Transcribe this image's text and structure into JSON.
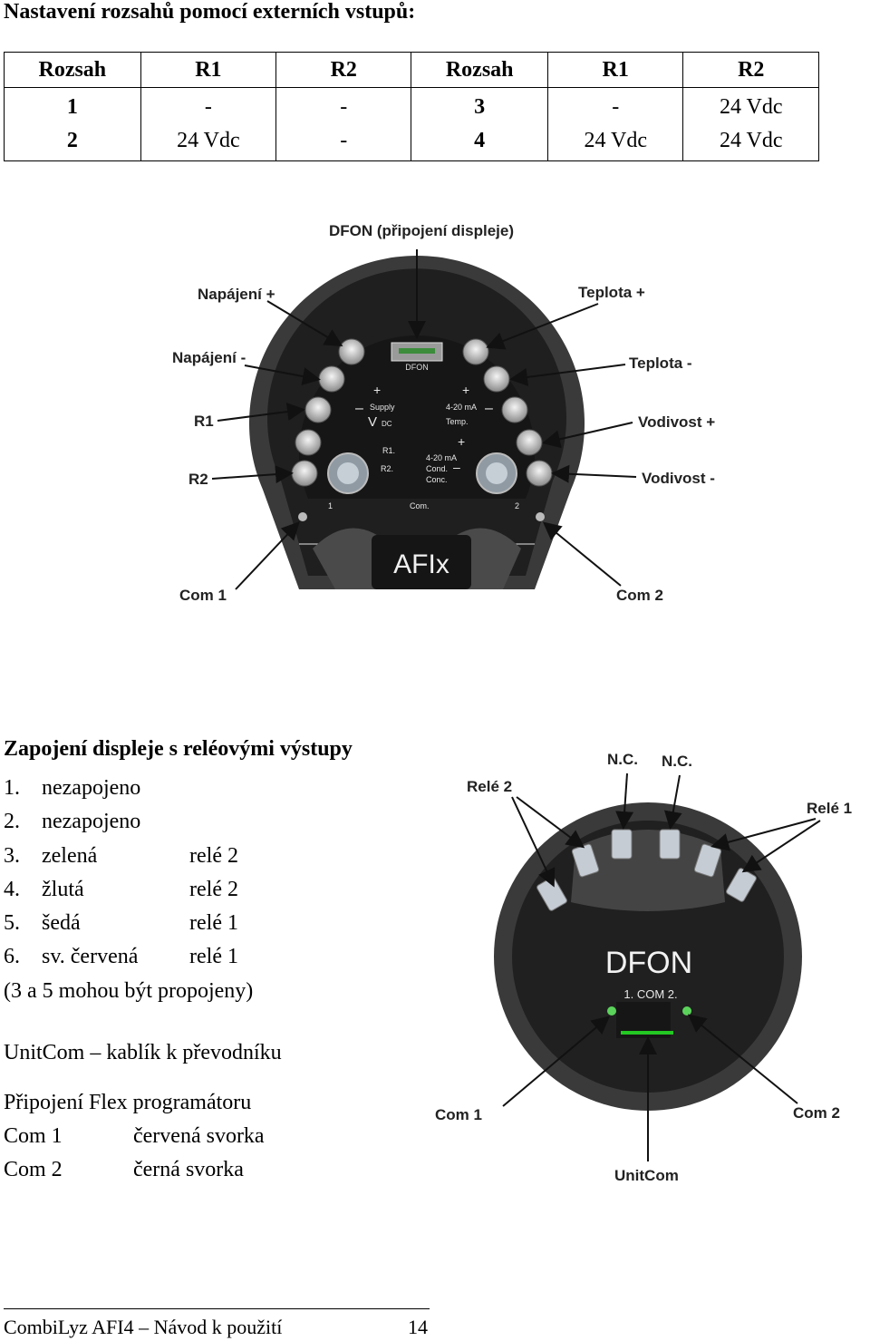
{
  "heading": "Nastavení rozsahů pomocí externích vstupů:",
  "range_table": {
    "headers": [
      "Rozsah",
      "R1",
      "R2",
      "Rozsah",
      "R1",
      "R2"
    ],
    "rows": [
      [
        "1",
        "-",
        "-",
        "3",
        "-",
        "24 Vdc"
      ],
      [
        "2",
        "24 Vdc",
        "-",
        "4",
        "24 Vdc",
        "24 Vdc"
      ]
    ]
  },
  "figure1": {
    "labels": {
      "dfon": "DFON (připojení displeje)",
      "power_plus": "Napájení +",
      "power_minus": "Napájení -",
      "r1": "R1",
      "r2": "R2",
      "com1": "Com 1",
      "temp_plus": "Teplota +",
      "temp_minus": "Teplota -",
      "cond_plus": "Vodivost +",
      "cond_minus": "Vodivost -",
      "com2": "Com 2"
    },
    "device": {
      "connector": "DFON",
      "supply": "Supply",
      "vdc_v": "V",
      "vdc_dc": "DC",
      "ma_temp": "4-20 mA",
      "temp": "Temp.",
      "r1": "R1.",
      "r2": "R2.",
      "ma_cond": "4-20 mA",
      "cond": "Cond.",
      "conc": "Conc.",
      "com": "Com.",
      "one": "1",
      "two": "2",
      "brand": "AFIx"
    }
  },
  "relay_section": {
    "title": "Zapojení displeje s reléovými výstupy",
    "items": [
      {
        "num": "1.",
        "color": "nezapojeno",
        "relay": ""
      },
      {
        "num": "2.",
        "color": "nezapojeno",
        "relay": ""
      },
      {
        "num": "3.",
        "color": "zelená",
        "relay": "relé 2"
      },
      {
        "num": "4.",
        "color": "žlutá",
        "relay": "relé 2"
      },
      {
        "num": "5.",
        "color": "šedá",
        "relay": "relé 1"
      },
      {
        "num": "6.",
        "color": "sv. červená",
        "relay": "relé 1"
      }
    ],
    "note": "(3 a 5 mohou být propojeny)"
  },
  "unitcom_text": "UnitCom – kablík k převodníku",
  "flex": {
    "title": "Připojení Flex programátoru",
    "rows": [
      {
        "key": "Com 1",
        "value": "červená svorka"
      },
      {
        "key": "Com 2",
        "value": "černá svorka"
      }
    ]
  },
  "figure2": {
    "labels": {
      "nc1": "N.C.",
      "nc2": "N.C.",
      "rele2": "Relé 2",
      "rele1": "Relé 1",
      "com1": "Com 1",
      "com2": "Com 2",
      "unitcom": "UnitCom"
    },
    "device": {
      "brand": "DFON",
      "com_label": "1. COM 2."
    }
  },
  "footer": {
    "text": "CombiLyz AFI4 – Návod k použití",
    "page": "14"
  }
}
